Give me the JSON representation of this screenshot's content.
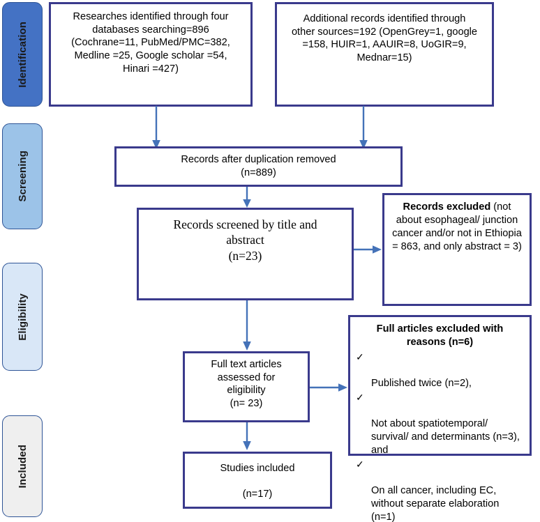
{
  "diagram": {
    "title": "PRISMA study selection flow diagram",
    "colors": {
      "box_border": "#3a3a8c",
      "arrow": "#4472b8",
      "pill_border": "#2e5496",
      "stage_identification": "#4472c4",
      "stage_screening": "#9cc3e8",
      "stage_eligibility": "#d9e7f7",
      "stage_included": "#efefef",
      "box_fill": "#ffffff",
      "text": "#000000"
    }
  },
  "stages": [
    {
      "id": "identification",
      "label": "Identification",
      "fill": "#4472c4"
    },
    {
      "id": "screening",
      "label": "Screening",
      "fill": "#9cc3e8"
    },
    {
      "id": "eligibility",
      "label": "Eligibility",
      "fill": "#d9e7f7"
    },
    {
      "id": "included",
      "label": "Included",
      "fill": "#efefef"
    }
  ],
  "boxes": {
    "databases": {
      "name": "records-identified-databases",
      "text": "Researches identified through four\ndatabases searching=896\n(Cochrane=11, PubMed/PMC=382,\nMedline =25, Google scholar =54,\nHinari =427)"
    },
    "other_sources": {
      "name": "records-identified-other-sources",
      "text": "Additional records identified through\nother sources=192 (OpenGrey=1, google\n=158, HUIR=1, AAUIR=8, UoGIR=9,\nMednar=15)"
    },
    "duplicates_removed": {
      "name": "records-after-duplicates-removed",
      "text": "Records after duplication removed\n(n=889)"
    },
    "screened": {
      "name": "records-screened",
      "text": "Records screened by title and\nabstract\n(n=23)"
    },
    "records_excluded": {
      "name": "records-excluded",
      "lead_bold": "Records excluded",
      "rest": " (not about esophageal/ junction cancer and/or not in Ethiopia = 863, and only abstract = 3)"
    },
    "full_text": {
      "name": "full-text-articles-assessed",
      "text": "Full text articles\nassessed for\neligibility\n(n= 23)"
    },
    "full_text_excluded": {
      "name": "full-articles-excluded-with-reasons",
      "title": "Full articles excluded with\nreasons (n=6)",
      "bullet_glyph": "✓",
      "items": [
        "Published twice (n=2),",
        "Not about spatiotemporal/ survival/ and determinants (n=3), and",
        "On all cancer, including EC, without separate elaboration (n=1)"
      ]
    },
    "included": {
      "name": "studies-included",
      "text": "Studies included\n\n(n=17)"
    }
  }
}
